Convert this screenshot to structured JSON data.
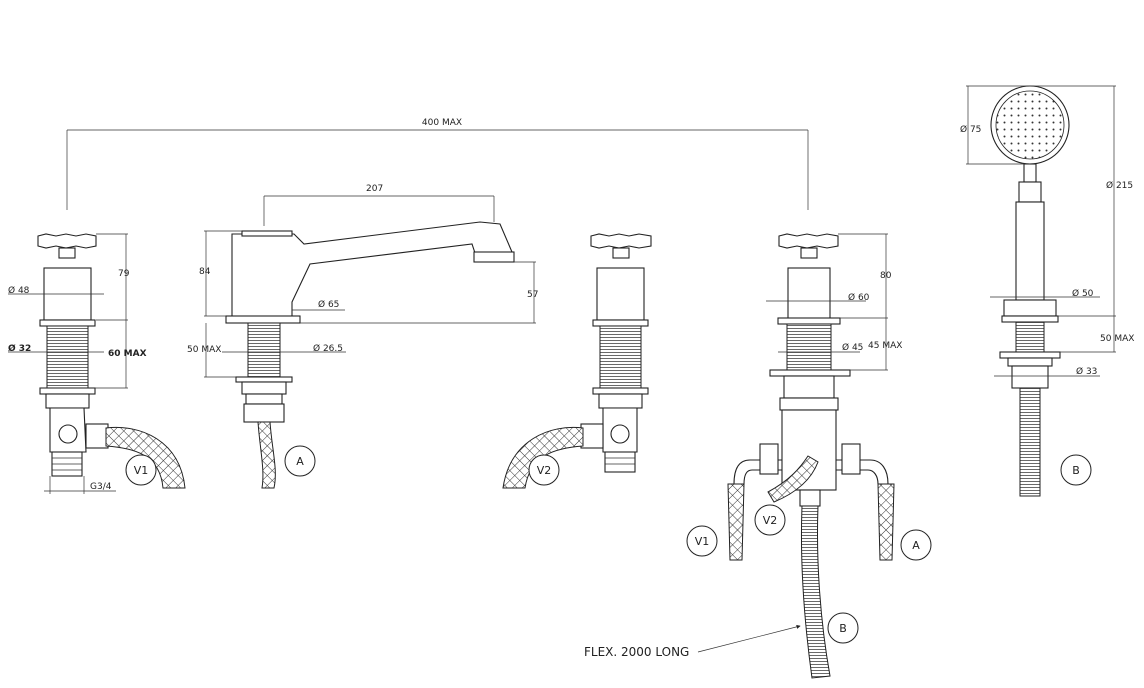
{
  "dimensions": {
    "overall_width": "400 MAX",
    "spout_length": "207",
    "spout_height": "84",
    "spout_outlet_height": "57",
    "spout_base_dia": "Ø 65",
    "spout_deck": "50 MAX",
    "spout_shank_dia": "Ø 26.5",
    "valve_height": "79",
    "valve_base_dia": "Ø 48",
    "valve_shank_dia": "Ø 32",
    "valve_deck": "60 MAX",
    "valve_inlet": "G3/4",
    "diverter_height": "80",
    "diverter_base_dia": "Ø 60",
    "diverter_shank_dia": "Ø 45",
    "diverter_deck": "45 MAX",
    "handset_head_dia": "Ø 75",
    "handset_length": "Ø 215",
    "handset_base_dia": "Ø 50",
    "handset_deck": "50 MAX",
    "handset_shank_dia": "Ø 33"
  },
  "labels": {
    "v1": "V1",
    "v2": "V2",
    "a": "A",
    "b": "B"
  },
  "flex_note": "FLEX. 2000 LONG"
}
